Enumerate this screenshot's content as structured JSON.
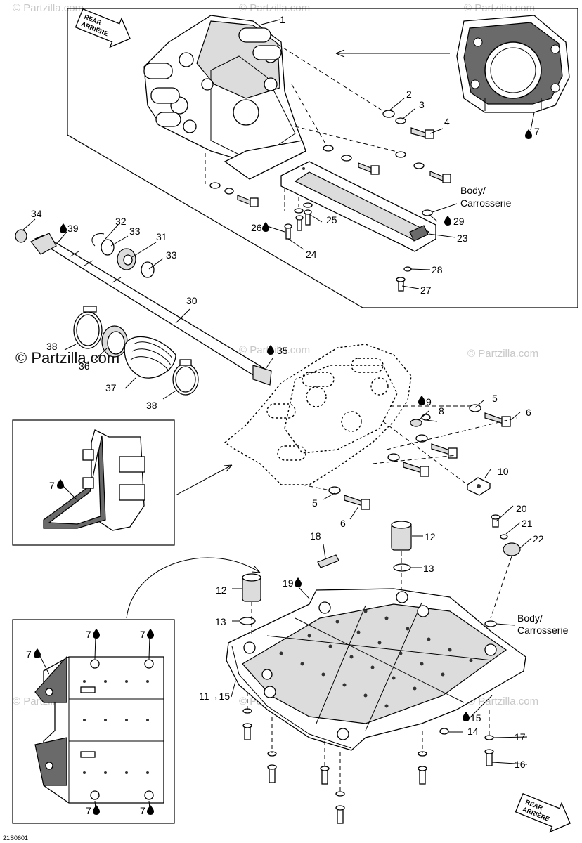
{
  "callouts": [
    {
      "id": "c1",
      "text": "1"
    },
    {
      "id": "c2",
      "text": "2"
    },
    {
      "id": "c3",
      "text": "3"
    },
    {
      "id": "c4",
      "text": "4"
    },
    {
      "id": "c7a",
      "text": "7"
    },
    {
      "id": "c34",
      "text": "34"
    },
    {
      "id": "c39",
      "text": "39"
    },
    {
      "id": "c32",
      "text": "32"
    },
    {
      "id": "c33a",
      "text": "33"
    },
    {
      "id": "c31",
      "text": "31"
    },
    {
      "id": "c33b",
      "text": "33"
    },
    {
      "id": "c26",
      "text": "26"
    },
    {
      "id": "c25",
      "text": "25"
    },
    {
      "id": "c24",
      "text": "24"
    },
    {
      "id": "c29",
      "text": "29"
    },
    {
      "id": "c23",
      "text": "23"
    },
    {
      "id": "c28",
      "text": "28"
    },
    {
      "id": "c27",
      "text": "27"
    },
    {
      "id": "c30",
      "text": "30"
    },
    {
      "id": "c38a",
      "text": "38"
    },
    {
      "id": "c36",
      "text": "36"
    },
    {
      "id": "c37",
      "text": "37"
    },
    {
      "id": "c38b",
      "text": "38"
    },
    {
      "id": "c35",
      "text": "35"
    },
    {
      "id": "c5a",
      "text": "5"
    },
    {
      "id": "c9",
      "text": "9"
    },
    {
      "id": "c8",
      "text": "8"
    },
    {
      "id": "c6a",
      "text": "6"
    },
    {
      "id": "c10",
      "text": "10"
    },
    {
      "id": "c5b",
      "text": "5"
    },
    {
      "id": "c6b",
      "text": "6"
    },
    {
      "id": "c7b",
      "text": "7"
    },
    {
      "id": "c20",
      "text": "20"
    },
    {
      "id": "c21",
      "text": "21"
    },
    {
      "id": "c22",
      "text": "22"
    },
    {
      "id": "c18",
      "text": "18"
    },
    {
      "id": "c12a",
      "text": "12"
    },
    {
      "id": "c13a",
      "text": "13"
    },
    {
      "id": "c12b",
      "text": "12"
    },
    {
      "id": "c19",
      "text": "19"
    },
    {
      "id": "c13b",
      "text": "13"
    },
    {
      "id": "c11_15",
      "text": "11→15"
    },
    {
      "id": "c15",
      "text": "15"
    },
    {
      "id": "c14",
      "text": "14"
    },
    {
      "id": "c17",
      "text": "17"
    },
    {
      "id": "c16",
      "text": "16"
    },
    {
      "id": "c7c",
      "text": "7"
    },
    {
      "id": "c7d",
      "text": "7"
    },
    {
      "id": "c7e",
      "text": "7"
    },
    {
      "id": "c7f",
      "text": "7"
    },
    {
      "id": "c7g",
      "text": "7"
    }
  ],
  "body_labels": {
    "top_line1": "Body/",
    "top_line2": "Carrosserie",
    "bottom_line1": "Body/",
    "bottom_line2": "Carrosserie"
  },
  "direction_arrows": {
    "top": {
      "line1": "REAR",
      "line2": "ARRIÈRE"
    },
    "bottom": {
      "line1": "REAR",
      "line2": "ARRIÈRE"
    }
  },
  "watermarks": {
    "main": "© Partzilla.com",
    "faint": "© Partzilla.com"
  },
  "diagram_code": "21S0601",
  "colors": {
    "line": "#000000",
    "fill": "#ffffff",
    "shade": "#dcdcdc",
    "watermark": "#c8c8c8"
  }
}
